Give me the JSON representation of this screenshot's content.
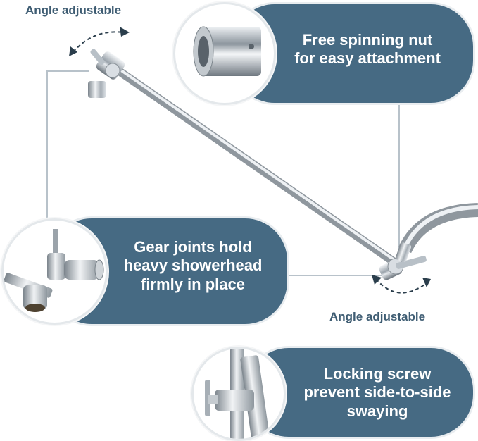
{
  "labels": {
    "angle_top": "Angle adjustable",
    "angle_bottom": "Angle adjustable"
  },
  "callouts": {
    "nut": {
      "line1": "Free spinning nut",
      "line2": "for easy attachment"
    },
    "gear": {
      "line1": "Gear joints hold",
      "line2": "heavy showerhead",
      "line3": "firmly in place"
    },
    "screw": {
      "line1": "Locking screw",
      "line2": "prevent side-to-side",
      "line3": "swaying"
    }
  },
  "colors": {
    "pill": "#466a83",
    "label": "#3f5d73",
    "chrome": "#c9ced3"
  },
  "icons": [
    "curved-double-arrow-icon",
    "curved-double-arrow-icon"
  ]
}
